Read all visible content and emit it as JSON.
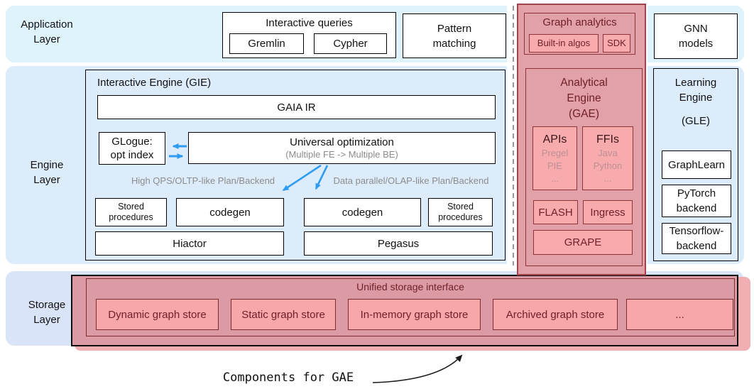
{
  "colors": {
    "app_layer_bg": "#def3fb",
    "engine_layer_bg": "#ddecfb",
    "storage_layer_bg": "#dae4f8",
    "red_column_bg": "#e2a0a8",
    "red_column_border": "#a1434b",
    "pink_box_bg": "#f8abad",
    "dark_red_border": "#8e3439",
    "maroon_text": "#6f2127",
    "blue_arrow": "#2e9cf3",
    "gray_text": "#8c8c8c",
    "dashed_divider": "#999999"
  },
  "layers": {
    "application": "Application\nLayer",
    "engine": "Engine\nLayer",
    "storage": "Storage\nLayer"
  },
  "application": {
    "interactive_queries": {
      "title": "Interactive queries",
      "gremlin": "Gremlin",
      "cypher": "Cypher"
    },
    "pattern_matching": "Pattern\nmatching",
    "graph_analytics": {
      "title": "Graph analytics",
      "builtin_algos": "Built-in algos",
      "sdk": "SDK"
    },
    "gnn_models": "GNN\nmodels"
  },
  "engine": {
    "gie": {
      "title": "Interactive Engine (GIE)",
      "gaia_ir": "GAIA IR",
      "glogue": "GLogue:\nopt index",
      "universal_title": "Universal optimization",
      "universal_subtitle": "(Multiple FE -> Multiple BE)",
      "oltp_note": "High QPS/OLTP-like Plan/Backend",
      "olap_note": "Data parallel/OLAP-like Plan/Backend",
      "stored_procedures_left": "Stored\nprocedures",
      "codegen_left": "codegen",
      "codegen_right": "codegen",
      "stored_procedures_right": "Stored\nprocedures",
      "hiactor": "Hiactor",
      "pegasus": "Pegasus"
    },
    "gae": {
      "title": "Analytical\nEngine\n(GAE)",
      "apis_title": "APIs",
      "apis_sub": "Pregel\nPIE\n...",
      "ffis_title": "FFIs",
      "ffis_sub": "Java\nPython\n...",
      "flash": "FLASH",
      "ingress": "Ingress",
      "grape": "GRAPE"
    },
    "gle": {
      "title": "Learning\nEngine",
      "subtitle": "(GLE)",
      "graphlearn": "GraphLearn",
      "pytorch": "PyTorch\nbackend",
      "tensorflow": "Tensorflow-\nbackend"
    }
  },
  "storage": {
    "unified_title": "Unified storage interface",
    "stores": [
      "Dynamic graph store",
      "Static graph store",
      "In-memory graph store",
      "Archived graph store",
      "..."
    ]
  },
  "annotation": "Components for GAE"
}
